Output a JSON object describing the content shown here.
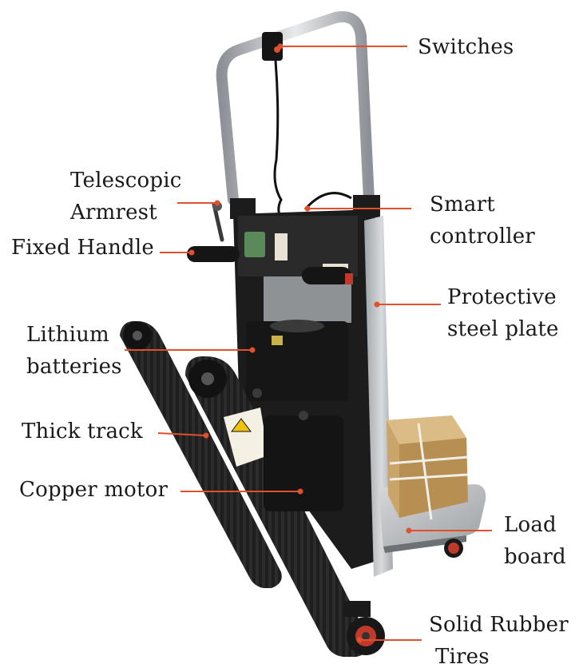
{
  "labels": {
    "switches": "Switches",
    "telescopic_armrest": [
      "Telescopic",
      "Armrest"
    ],
    "smart_controller": [
      "Smart",
      "controller"
    ],
    "fixed_handle": "Fixed Handle",
    "protective_steel_plate": [
      "Protective",
      "steel plate"
    ],
    "lithium_batteries": [
      "Lithium",
      "batteries"
    ],
    "thick_track": "Thick track",
    "copper_motor": "Copper motor",
    "load_board": [
      "Load",
      "board"
    ],
    "solid_rubber_tires": [
      "Solid Rubber",
      "Tires"
    ]
  },
  "colors": {
    "leader_line": "#e0502a",
    "text": "#1a1a1a",
    "frame": "#1c1c1c",
    "handle_chrome": "#b9bcc0",
    "steel_plate": "#c4c6c8",
    "box": "#c9a56a",
    "tire": "#c0392b"
  }
}
